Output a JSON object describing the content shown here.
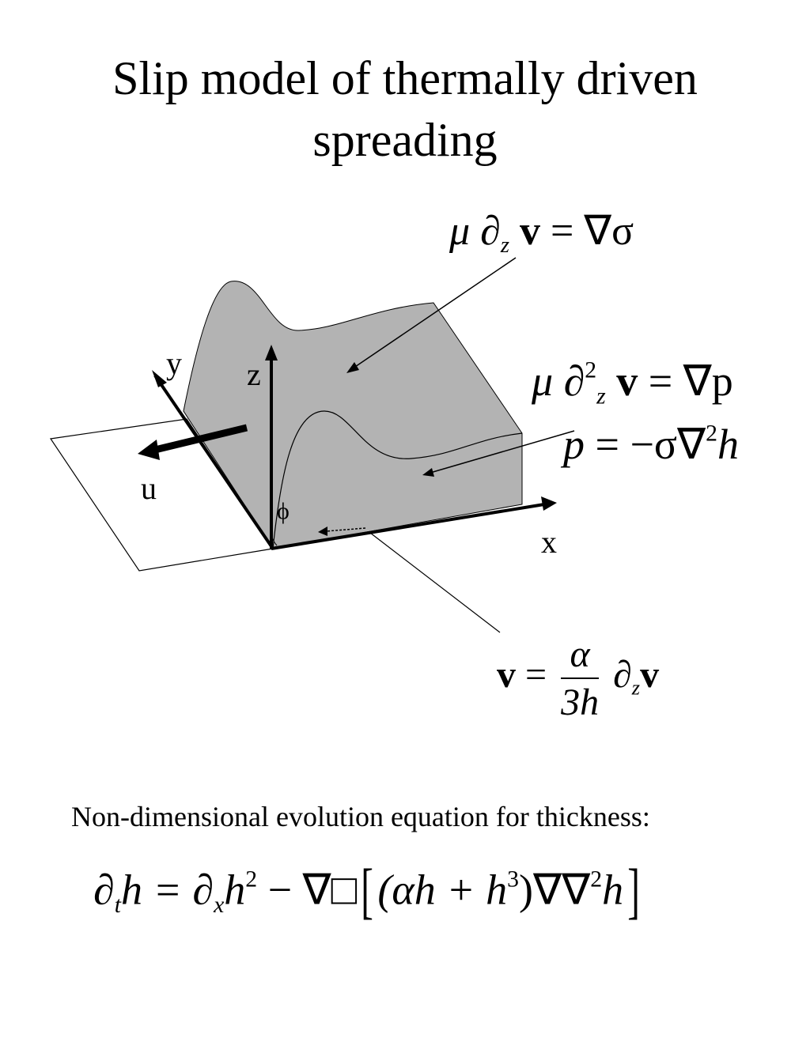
{
  "title_line1": "Slip model of thermally driven",
  "title_line2": "spreading",
  "equations": {
    "surface_stress": {
      "mu": "μ",
      "partial": "∂",
      "sub": "z",
      "v": "v",
      "rhs": " = ∇σ"
    },
    "bulk": {
      "mu": "μ",
      "partial": "∂",
      "sup": "2",
      "sub": "z",
      "v": "v",
      "rhs": " = ∇p"
    },
    "pressure": {
      "p": "p",
      "rhs_a": " = −σ∇",
      "sup": "2",
      "h": "h"
    },
    "slip": {
      "v": "v",
      "eq": " = ",
      "num": "α",
      "den": "3h",
      "partial": "∂",
      "sub": "z",
      "v2": "v"
    }
  },
  "axes": {
    "x": "x",
    "y": "y",
    "z": "z",
    "u": "u",
    "phi": "ϕ"
  },
  "note": "Non-dimensional evolution equation for thickness:",
  "evolution": {
    "a": "∂",
    "a_sub": "t",
    "b": "h = ∂",
    "b_sub": "x",
    "c": "h",
    "c_sup": "2",
    "d": " − ∇",
    "box": "□",
    "lb": "[",
    "e": "(αh + h",
    "e_sup": "3",
    "f": ")∇∇",
    "f_sup": "2",
    "g": "h",
    "rb": "]"
  },
  "colors": {
    "fluid": "#b3b3b3",
    "line": "#000000"
  }
}
